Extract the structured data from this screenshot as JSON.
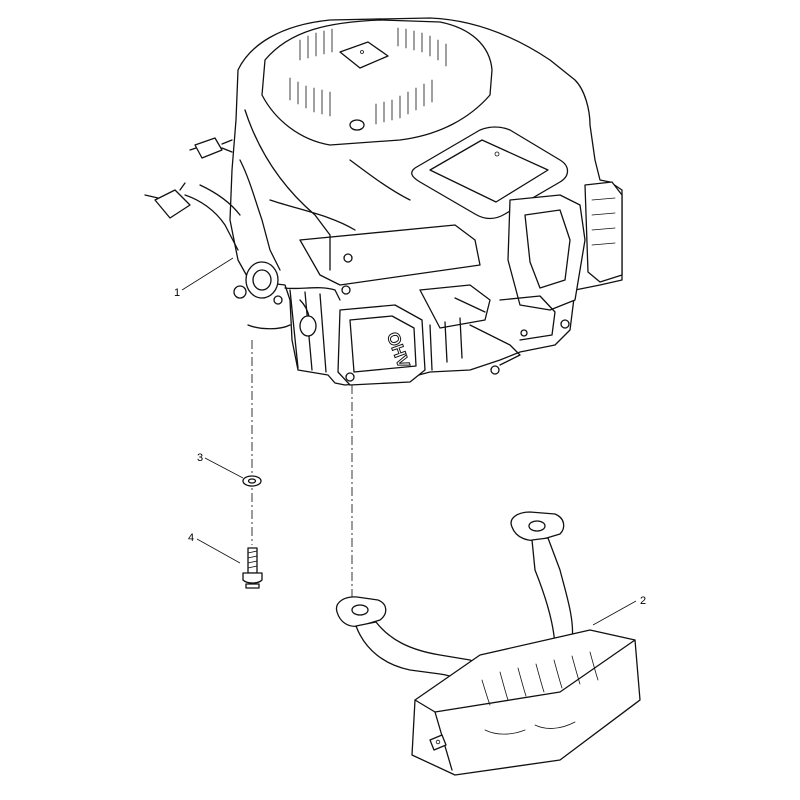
{
  "callouts": {
    "c1": "1",
    "c2": "2",
    "c3": "3",
    "c4": "4"
  },
  "engine_mark": "OHV",
  "colors": {
    "line": "#111111",
    "background": "#ffffff"
  }
}
